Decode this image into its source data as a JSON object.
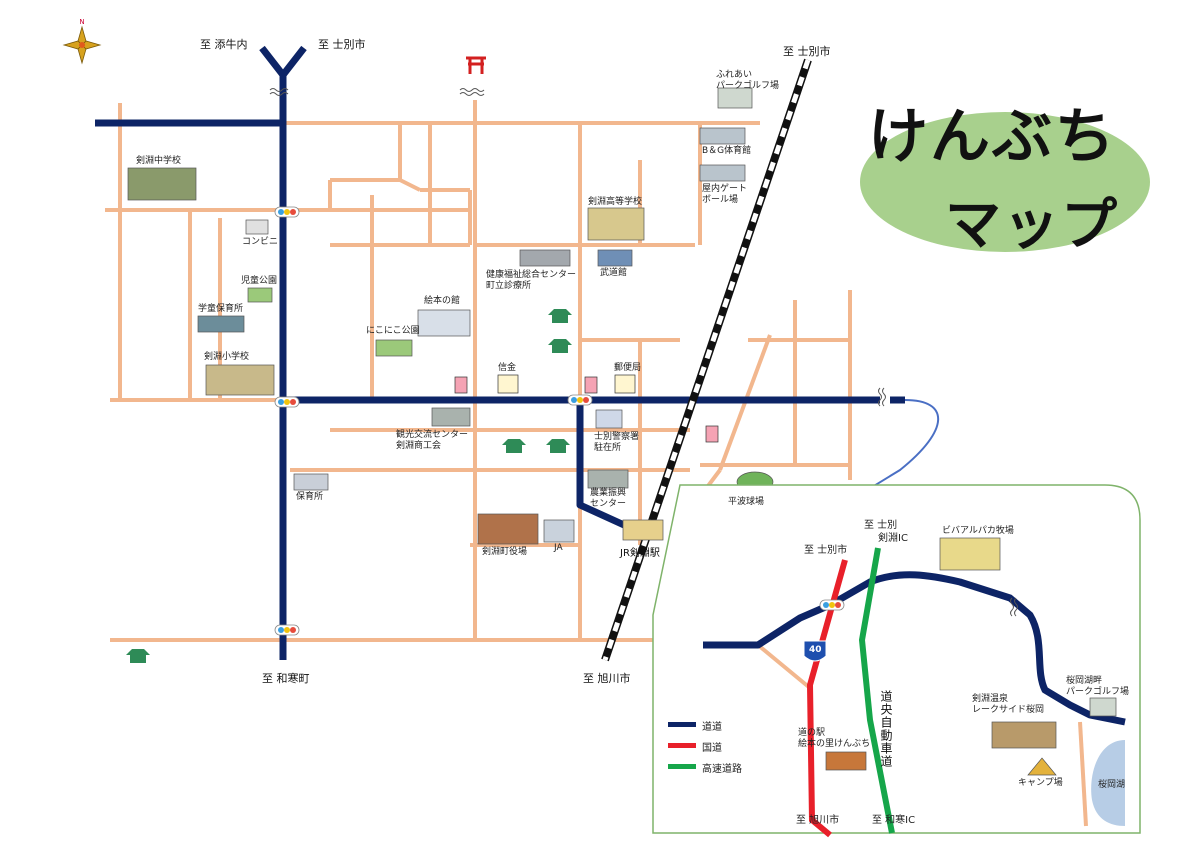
{
  "title": {
    "line1": "けんぶち",
    "line2": "マップ"
  },
  "directions": {
    "horoshinai": "至 添牛内",
    "shibetsu_top": "至 士別市",
    "shibetsu_rail": "至 士別市",
    "wassamu_town": "至 和寒町",
    "asahikawa_rail": "至 旭川市",
    "inset_shibetsu": "至 士別市",
    "inset_shibetsu_ic": "至 士別",
    "inset_kenbuchi_ic": "剣淵IC",
    "inset_asahikawa": "至 旭川市",
    "inset_wassamu_ic": "至 和寒IC"
  },
  "places": {
    "fureai_golf": "ふれあい\nパークゴルフ場",
    "bg_gym": "B＆G体育館",
    "gateball": "屋内ゲート\nボール場",
    "junior_high": "剣淵中学校",
    "high_school": "剣淵高等学校",
    "budokan": "武道館",
    "convenience": "コンビニ",
    "health_center": "健康福祉総合センター\n町立診療所",
    "jido_park": "児童公園",
    "gakudo": "学童保育所",
    "ehon_yakata": "絵本の館",
    "nikoniko_park": "にこにこ公園",
    "elementary": "剣淵小学校",
    "shinkin": "信金",
    "post_office": "郵便局",
    "tourism_center": "観光交流センター\n剣淵商工会",
    "police": "士別警察署\n駐在所",
    "nursery": "保育所",
    "agri_center": "農業振興\nセンター",
    "baseball": "平波球場",
    "town_office": "剣淵町役場",
    "ja": "JA",
    "station": "JR剣淵駅",
    "alpaca_farm": "ビバアルパカ牧場",
    "michi_no_eki": "道の駅\n絵本の里けんぶち",
    "onsen": "剣淵温泉\nレークサイド桜岡",
    "sakuraoka_golf": "桜岡湖畔\nパークゴルフ場",
    "camp": "キャンプ場",
    "lake": "桜岡湖"
  },
  "route_number": "40",
  "expressway_label": "道央自動車道",
  "legend": {
    "items": [
      {
        "label": "道道",
        "color": "#0d2466"
      },
      {
        "label": "国道",
        "color": "#e8202a"
      },
      {
        "label": "高速道路",
        "color": "#16a64a"
      }
    ]
  },
  "colors": {
    "minor_road": "#f2b78e",
    "main_road": "#0d2466",
    "national_road": "#e8202a",
    "expressway": "#16a64a",
    "rail_dark": "#111111",
    "title_bubble": "#a8d08d",
    "inset_border": "#7fb36a",
    "lake": "#b7cde6"
  }
}
